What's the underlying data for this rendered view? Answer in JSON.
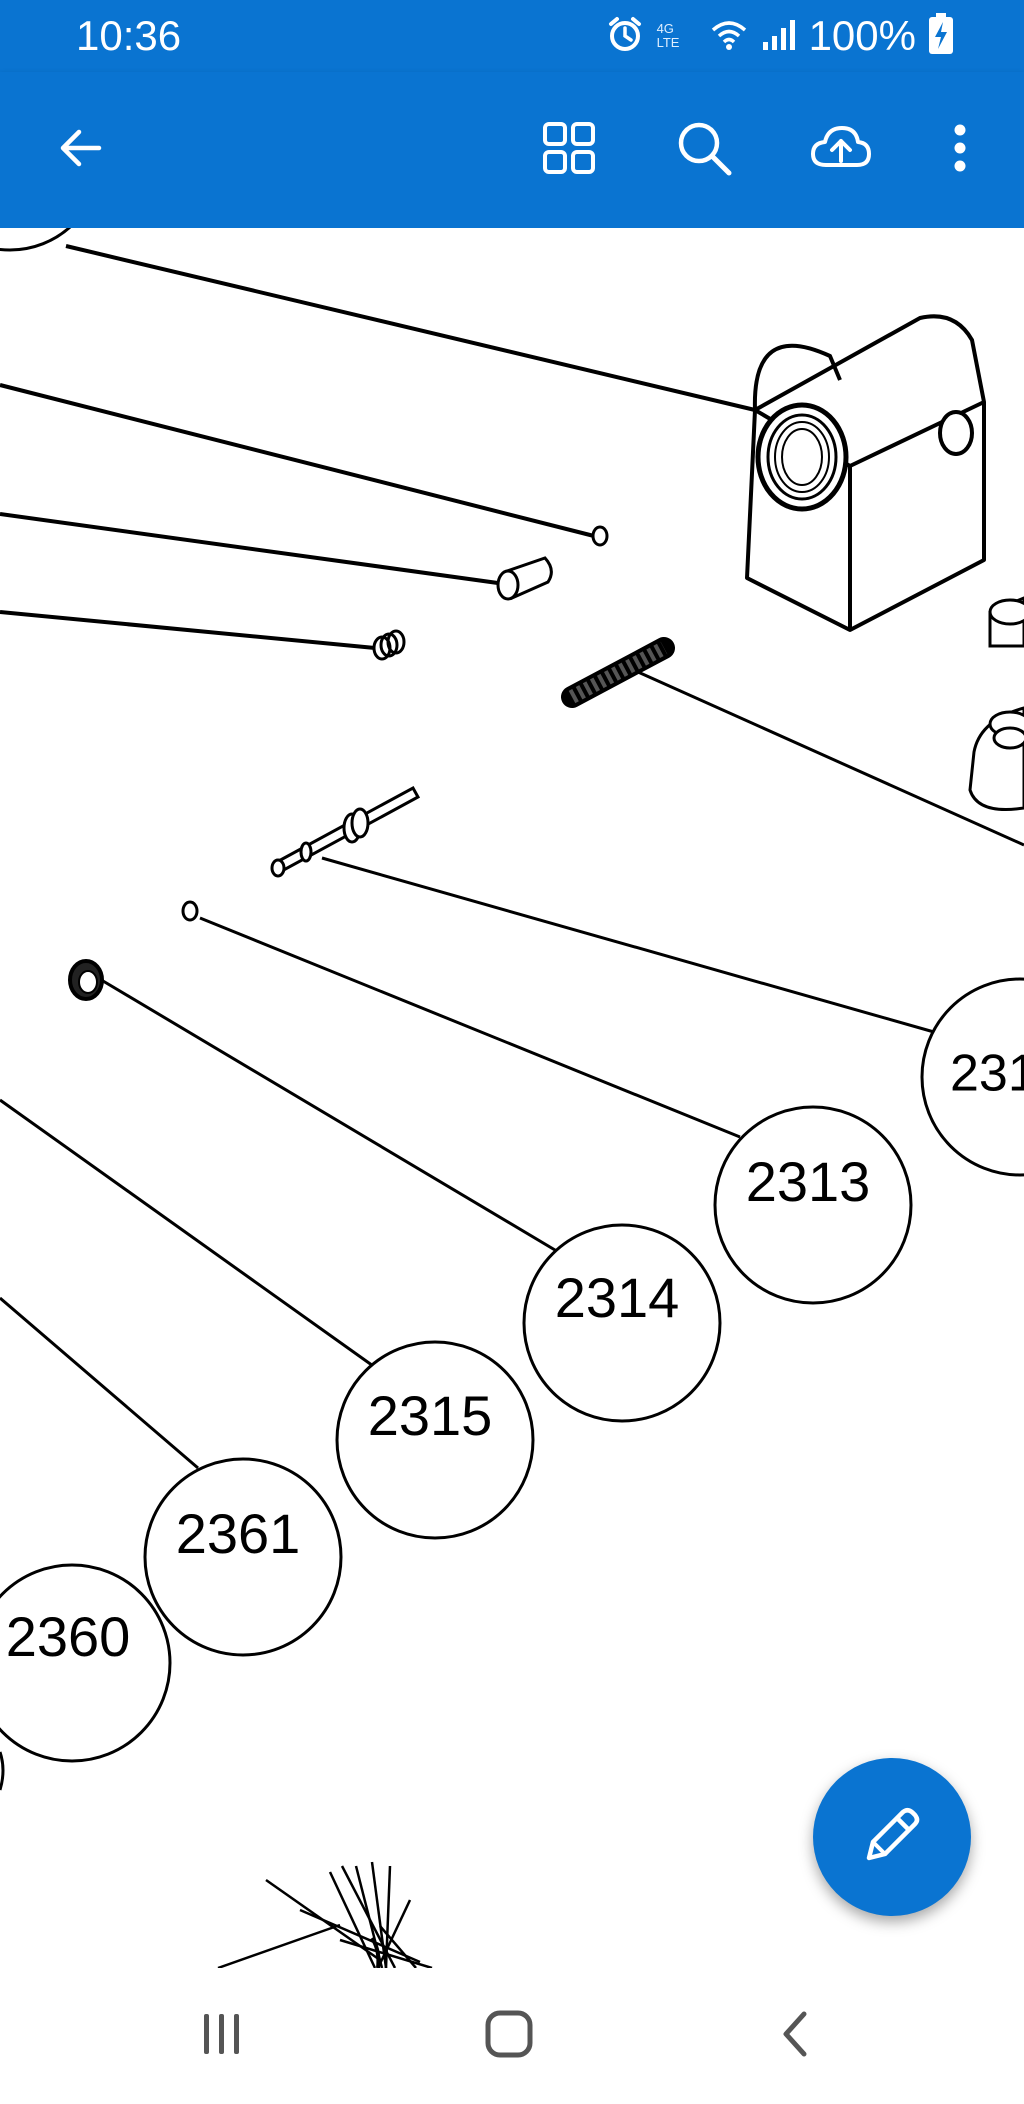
{
  "status_bar": {
    "time": "10:36",
    "network": "4G LTE",
    "battery": "100%",
    "icons": [
      "alarm-icon",
      "wifi-icon",
      "signal-icon",
      "battery-charging-icon"
    ]
  },
  "app_bar": {
    "icons": [
      "back-arrow-icon",
      "grid-view-icon",
      "search-icon",
      "cloud-upload-icon",
      "more-vertical-icon"
    ]
  },
  "drawing": {
    "callouts": [
      "231",
      "2313",
      "2314",
      "2315",
      "2361",
      "2360"
    ]
  },
  "fab": {
    "icon": "pencil-icon"
  },
  "nav_bar": {
    "icons": [
      "recent-apps-icon",
      "home-icon",
      "back-icon"
    ]
  },
  "colors": {
    "accent": "#0a74d1",
    "line": "#000000",
    "background": "#ffffff"
  }
}
